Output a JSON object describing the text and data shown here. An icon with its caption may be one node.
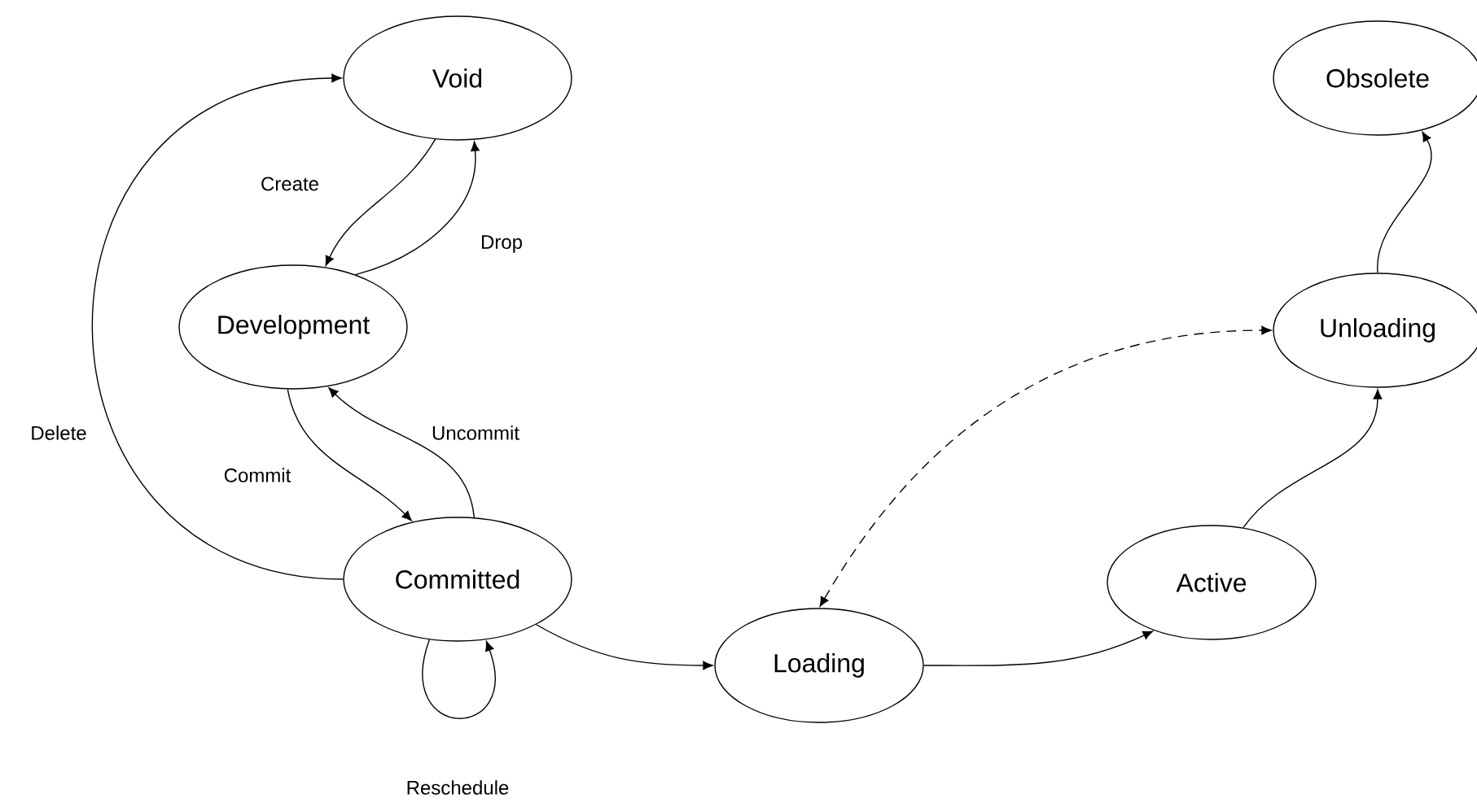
{
  "diagram": {
    "nodes": [
      {
        "text": [
          "Void"
        ]
      },
      {
        "text": [
          "Development"
        ]
      },
      {
        "text": [
          "Committed"
        ]
      },
      {
        "text": [
          "Loading"
        ]
      },
      {
        "text": [
          "Active"
        ]
      },
      {
        "text": [
          "Unloading"
        ]
      },
      {
        "text": [
          "Obsolete"
        ]
      }
    ],
    "edges": [
      {
        "from": 0,
        "to": 1,
        "arrow": "to",
        "label": "Create"
      },
      {
        "from": 1,
        "to": 0,
        "arrow": "to",
        "label": "Drop"
      },
      {
        "from": 2,
        "to": 0,
        "arrow": "to",
        "label": "Delete"
      },
      {
        "from": 1,
        "to": 2,
        "arrow": "to",
        "label": "Commit"
      },
      {
        "from": 2,
        "to": 1,
        "arrow": "to",
        "label": "Uncommit"
      },
      {
        "from": 2,
        "to": 2,
        "arrow": "to",
        "label": "Reschedule"
      },
      {
        "from": 2,
        "to": 3,
        "arrow": "to"
      },
      {
        "from": 3,
        "to": 4,
        "arrow": "to"
      },
      {
        "from": 4,
        "to": 5,
        "arrow": "to"
      },
      {
        "from": 5,
        "to": 6,
        "arrow": "to"
      },
      {
        "from": 3,
        "to": 5,
        "arrow": "both",
        "style": "dashed"
      }
    ]
  }
}
